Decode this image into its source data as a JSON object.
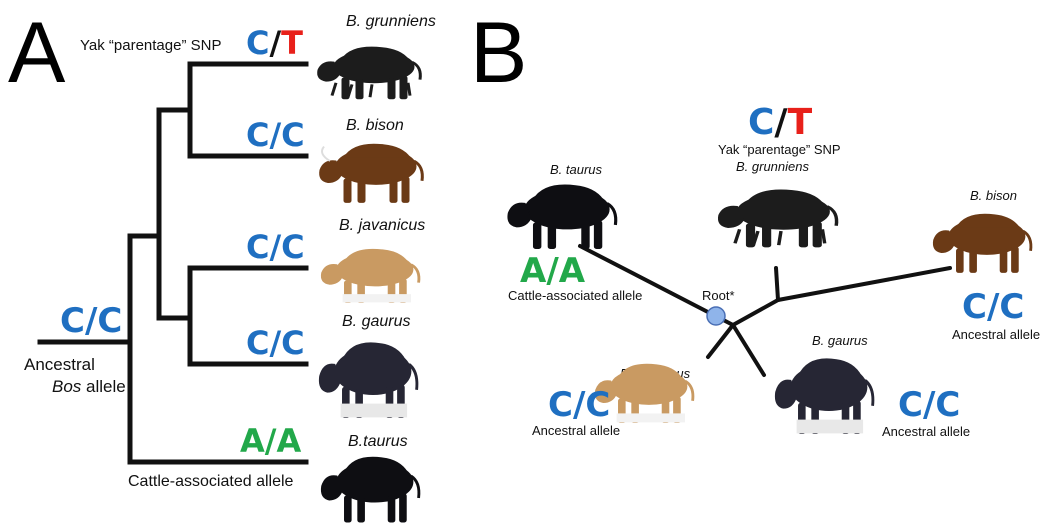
{
  "colors": {
    "ancestral": "#1f6fc1",
    "derived_t": "#e8201a",
    "cattle": "#22a84a",
    "branch": "#111111",
    "root_node": "#8fb4ea"
  },
  "panel_a": {
    "label": "A",
    "snp_label": "Yak “parentage” SNP",
    "yak_genotype": {
      "c": "C",
      "slash": "/",
      "t": "T"
    },
    "bison_genotype": "C/C",
    "javanicus_genotype": "C/C",
    "gaurus_genotype": "C/C",
    "taurus_genotype": "A/A",
    "root_genotype": "C/C",
    "root_label_line1": "Ancestral",
    "root_label_italic": "Bos",
    "root_label_rest": " allele",
    "cattle_label": "Cattle-associated allele",
    "species": {
      "grunniens": "B. grunniens",
      "bison": "B. bison",
      "javanicus": "B. javanicus",
      "gaurus": "B. gaurus",
      "taurus": "B.taurus"
    }
  },
  "panel_b": {
    "label": "B",
    "yak_genotype": {
      "c": "C",
      "slash": "/",
      "t": "T"
    },
    "snp_label": "Yak “parentage” SNP",
    "grunniens": "B. grunniens",
    "taurus": "B. taurus",
    "taurus_genotype": "A/A",
    "cattle_label": "Cattle-associated allele",
    "root_label": "Root*",
    "bison": "B. bison",
    "bison_genotype": "C/C",
    "bison_caption": "Ancestral allele",
    "javanicus": "B. javanicus",
    "javanicus_genotype": "C/C",
    "javanicus_caption": "Ancestral allele",
    "gaurus": "B. gaurus",
    "gaurus_genotype": "C/C",
    "gaurus_caption": "Ancestral allele"
  },
  "icons": [
    "yak-icon",
    "bison-icon",
    "banteng-icon",
    "gaur-icon",
    "cattle-icon"
  ]
}
